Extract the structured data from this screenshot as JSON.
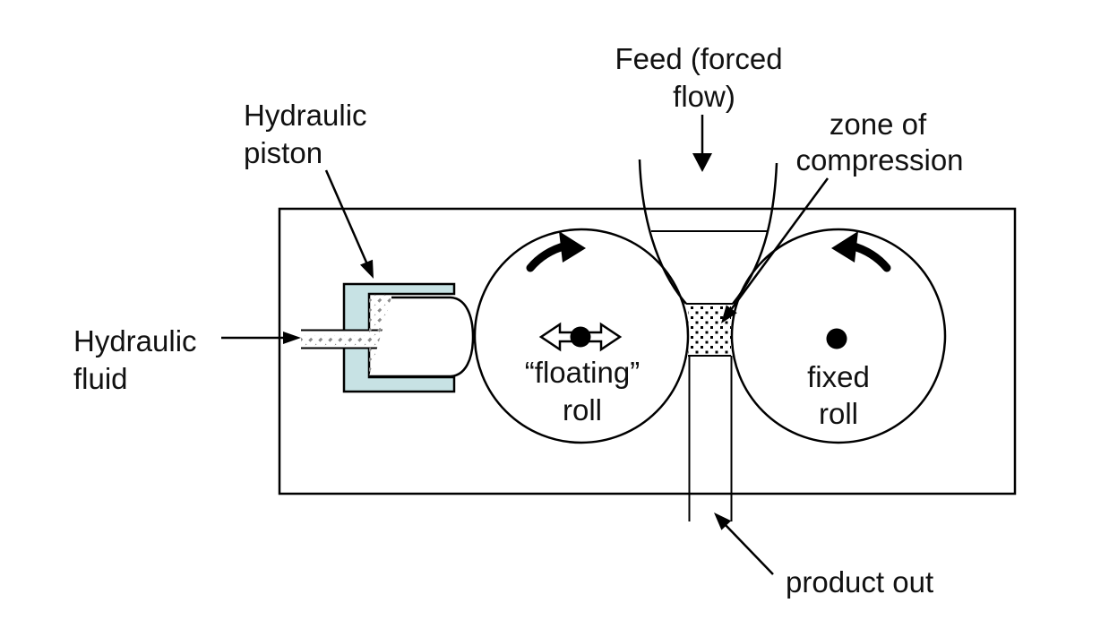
{
  "labels": {
    "hydraulic_piston": {
      "line1": "Hydraulic",
      "line2": "piston"
    },
    "feed": {
      "line1": "Feed (forced",
      "line2": "flow)"
    },
    "zone_of_compression": {
      "line1": "zone of",
      "line2": "compression"
    },
    "hydraulic_fluid": {
      "line1": "Hydraulic",
      "line2": "fluid"
    },
    "floating_roll": {
      "line1": "“floating”",
      "line2": "roll"
    },
    "fixed_roll": {
      "line1": "fixed",
      "line2": "roll"
    },
    "product_out": {
      "text": "product out"
    }
  },
  "colors": {
    "piston_housing": "#c7e2e4",
    "outline": "#000000",
    "hatch": "#8c8c8c",
    "background": "#ffffff"
  }
}
